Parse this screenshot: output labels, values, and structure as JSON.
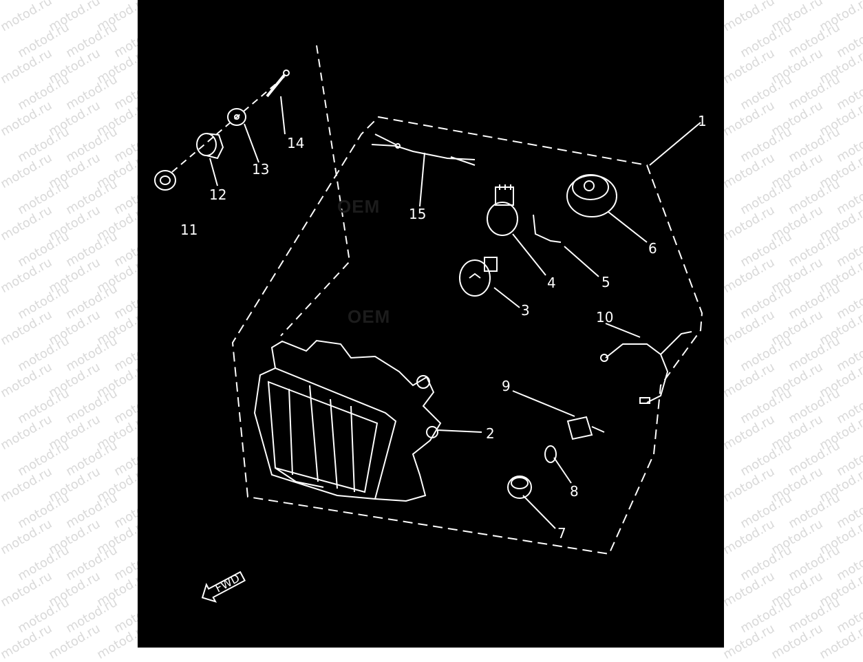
{
  "watermark": {
    "text": "motod.ru"
  },
  "faint_marks": [
    "OEM",
    "OEM"
  ],
  "callouts": [
    {
      "id": "c1",
      "text": "1"
    },
    {
      "id": "c2",
      "text": "2"
    },
    {
      "id": "c3",
      "text": "3"
    },
    {
      "id": "c4",
      "text": "4"
    },
    {
      "id": "c5",
      "text": "5"
    },
    {
      "id": "c6",
      "text": "6"
    },
    {
      "id": "c7",
      "text": "7"
    },
    {
      "id": "c8",
      "text": "8"
    },
    {
      "id": "c9",
      "text": "9"
    },
    {
      "id": "c10",
      "text": "10"
    },
    {
      "id": "c11",
      "text": "11"
    },
    {
      "id": "c12",
      "text": "12"
    },
    {
      "id": "c13",
      "text": "13"
    },
    {
      "id": "c14",
      "text": "14"
    },
    {
      "id": "c15",
      "text": "15"
    }
  ],
  "fwd": {
    "text": "FWD"
  },
  "colors": {
    "panel": "#000000",
    "line": "#ffffff",
    "watermark": "#d9d9d9",
    "page": "#ffffff"
  }
}
